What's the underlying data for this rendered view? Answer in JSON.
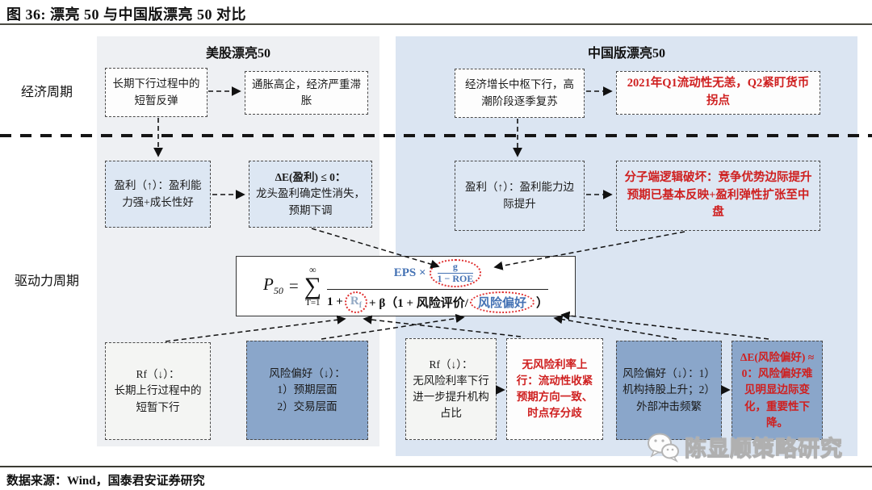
{
  "title": "图 36:  漂亮 50 与中国版漂亮 50 对比",
  "source": "数据来源：Wind，国泰君安证券研究",
  "watermark": "陈显顺策略研究",
  "columns": {
    "us": "美股漂亮50",
    "cn": "中国版漂亮50"
  },
  "row_labels": {
    "economic": "经济周期",
    "driver": "驱动力周期"
  },
  "boxes": {
    "us_econ_1": "长期下行过程中的短暂反弹",
    "us_econ_2": "通胀高企，经济严重滞胀",
    "cn_econ_1": "经济增长中枢下行，高潮阶段逐季复苏",
    "cn_econ_2": "2021年Q1流动性无恙，Q2紧盯货币拐点",
    "us_profit": "盈利（↑）：盈利能力强+成长性好",
    "us_profit_delta_head": "ΔE(盈利) ≤ 0：",
    "us_profit_delta_body": "龙头盈利确定性消失，预期下调",
    "cn_profit": "盈利（↑）：盈利能力边际提升",
    "cn_profit_delta": "分子端逻辑破坏：竞争优势边际提升预期已基本反映+盈利弹性扩张至中盘",
    "us_rf_head": "Rf（↓）：",
    "us_rf_body": "长期上行过程中的短暂下行",
    "us_riskpref_head": "风险偏好（↓）：",
    "us_riskpref_item1": "1）预期层面",
    "us_riskpref_item2": "2）交易层面",
    "cn_rf_head": "Rf（↓）：",
    "cn_rf_body": "无风险利率下行进一步提升机构占比",
    "cn_rf_red": "无风险利率上行：流动性收紧预期方向一致、时点存分歧",
    "cn_riskpref": "风险偏好（↓）：1）机构持股上升；2）外部冲击频繁",
    "cn_riskpref_delta": "ΔE(风险偏好) ≈ 0：风险偏好难见明显边际变化，重要性下降。"
  },
  "formula": {
    "lhs": "P",
    "lhs_sub": "50",
    "equals": "=",
    "sum_sup": "∞",
    "sum_symbol": "∑",
    "sum_sub": "T=1",
    "num_prefix": "EPS ×",
    "num_top": "g",
    "num_bottom": "1 − ROE",
    "den_1": "1 +",
    "rf_base": "R",
    "rf_sub": "f",
    "den_2": "+ β（1 + 风险评价/",
    "den_pref": "风险偏好",
    "den_3": "）"
  },
  "colors": {
    "accent_red": "#cf2020",
    "formula_blue": "#4472b4",
    "rf_blue_gray": "#93a9c4",
    "panel_left_gray": "#eef0f3",
    "panel_right_blue": "#dbe5f2",
    "box_light_blue": "#dde7f3",
    "box_mid_blue": "#8aa6ca"
  }
}
